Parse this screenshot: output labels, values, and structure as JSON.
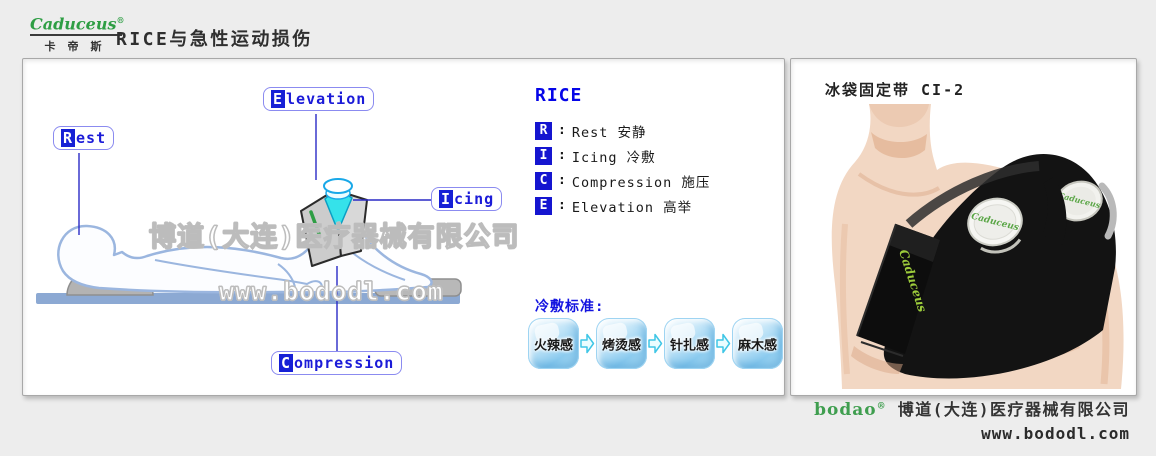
{
  "header": {
    "logo": {
      "brand": "Caduceus",
      "reg": "®",
      "sub": "卡帝斯"
    },
    "title": "RICE与急性运动损伤"
  },
  "diagram": {
    "labels": {
      "rest": {
        "first": "R",
        "rest": "est"
      },
      "icing": {
        "first": "I",
        "rest": "cing"
      },
      "compression": {
        "first": "C",
        "rest": "ompression"
      },
      "elevation": {
        "first": "E",
        "rest": "levation"
      }
    },
    "watermark_line1": "博道(大连)医疗器械有限公司",
    "watermark_line2": "www.bododl.com"
  },
  "rice_panel": {
    "title": "RICE",
    "separator": ":",
    "items": [
      {
        "letter": "R",
        "text": "Rest 安静"
      },
      {
        "letter": "I",
        "text": "Icing 冷敷"
      },
      {
        "letter": "C",
        "text": "Compression 施压"
      },
      {
        "letter": "E",
        "text": "Elevation 高举"
      }
    ],
    "cold_title": "冷敷标准:",
    "cold_stages": [
      "火辣感",
      "烤烫感",
      "针扎感",
      "麻木感"
    ]
  },
  "product_panel": {
    "title": "冰袋固定带 CI-2",
    "brand_script": "Caduceus"
  },
  "footer": {
    "brand": "bodao",
    "reg": "®",
    "company": "博道(大连)医疗器械有限公司",
    "website": "www.bododl.com"
  },
  "colors": {
    "background": "#ededed",
    "accent_blue": "#1b1bd8",
    "chip_blue": "#1620d6",
    "brand_green": "#2e9e44",
    "ice_cyan": "#35e2ea",
    "ground_blue": "#8ca9d3"
  }
}
